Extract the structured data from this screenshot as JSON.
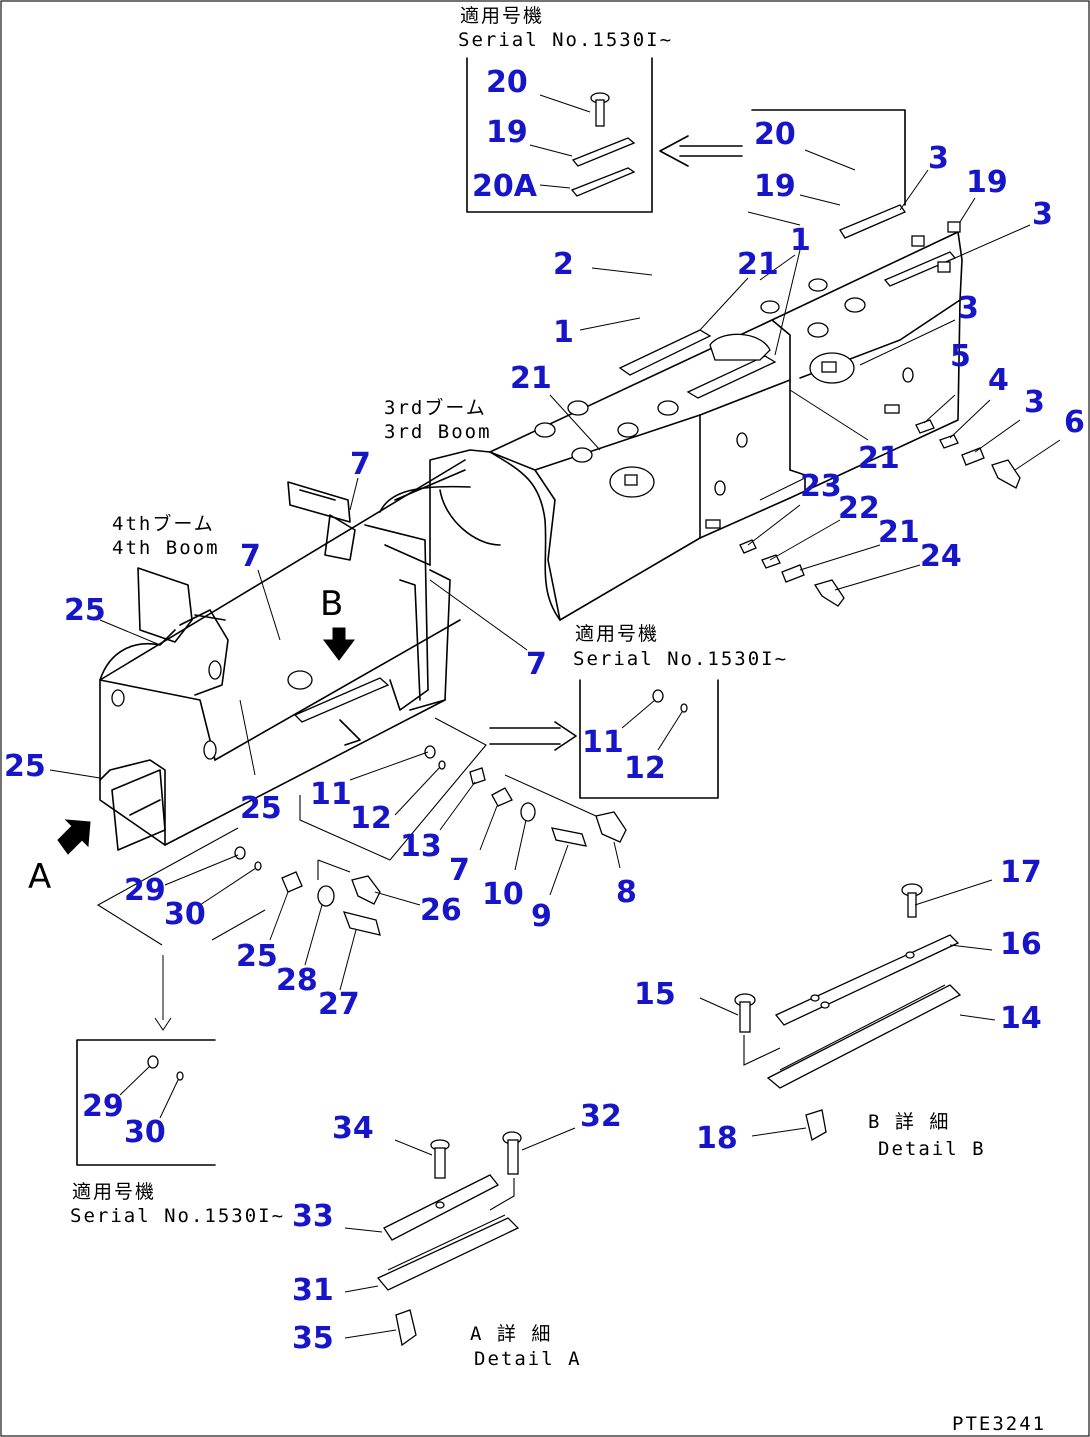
{
  "callouts": {
    "c20_top": "20",
    "c19_top": "19",
    "c20a": "20A",
    "c20_r": "20",
    "c19_r": "19",
    "c3_a": "3",
    "c19_rr": "19",
    "c3_b": "3",
    "c2": "2",
    "c21_a": "21",
    "c1_a": "1",
    "c1_b": "1",
    "c21_b": "21",
    "c3_c": "3",
    "c5": "5",
    "c4": "4",
    "c3_d": "3",
    "c6": "6",
    "c21_c": "21",
    "c23": "23",
    "c22": "22",
    "c21_d": "21",
    "c24": "24",
    "c7_a": "7",
    "c7_b": "7",
    "c7_c": "7",
    "c25_a": "25",
    "c25_b": "25",
    "c25_c": "25",
    "c11_a": "11",
    "c12_a": "12",
    "c11_b": "11",
    "c12_b": "12",
    "c13": "13",
    "c7_d": "7",
    "c10": "10",
    "c9": "9",
    "c8": "8",
    "c29_a": "29",
    "c30_a": "30",
    "c25_d": "25",
    "c28": "28",
    "c27": "27",
    "c26": "26",
    "c29_b": "29",
    "c30_b": "30",
    "c17": "17",
    "c16": "16",
    "c15": "15",
    "c14": "14",
    "c18": "18",
    "c34": "34",
    "c32": "32",
    "c33": "33",
    "c31": "31",
    "c35": "35"
  },
  "notes": {
    "serial_top_jp": "適用号機",
    "serial_top": "Serial No.1530I~",
    "serial_mid_jp": "適用号機",
    "serial_mid": "Serial No.1530I~",
    "serial_low_jp": "適用号機",
    "serial_low": "Serial No.1530I~",
    "boom3_jp": "3rdブーム",
    "boom3": "3rd Boom",
    "boom4_jp": "4thブーム",
    "boom4": "4th Boom",
    "detail_b_jp": "B 詳 細",
    "detail_b": "Detail B",
    "detail_a_jp": "A 詳 細",
    "detail_a": "Detail A"
  },
  "view_labels": {
    "a": "A",
    "b": "B"
  },
  "drawing_id": "PTE3241"
}
